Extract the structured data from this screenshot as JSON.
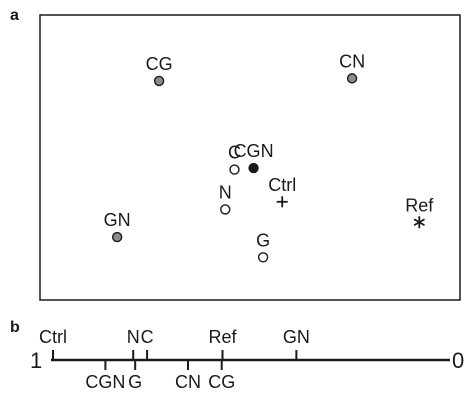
{
  "panel_a": {
    "letter": "a",
    "points": [
      {
        "label": "CG",
        "marker": "filled-gray",
        "x": 0.232,
        "y": 0.882
      },
      {
        "label": "CN",
        "marker": "filled-gray",
        "x": 0.798,
        "y": 0.894
      },
      {
        "label": "C",
        "marker": "open-circle",
        "x": 0.453,
        "y": 0.462
      },
      {
        "label": "CGN",
        "marker": "filled-black",
        "x": 0.509,
        "y": 0.469
      },
      {
        "label": "Ctrl",
        "marker": "plus",
        "x": 0.593,
        "y": 0.309
      },
      {
        "label": "N",
        "marker": "open-circle",
        "x": 0.426,
        "y": 0.273
      },
      {
        "label": "GN",
        "marker": "filled-gray",
        "x": 0.109,
        "y": 0.142
      },
      {
        "label": "Ref",
        "marker": "asterisk",
        "x": 0.995,
        "y": 0.212
      },
      {
        "label": "G",
        "marker": "open-circle",
        "x": 0.537,
        "y": 0.046
      }
    ]
  },
  "panel_b": {
    "letter": "b",
    "left_end": "1",
    "right_end": "0",
    "ticks_above": [
      {
        "label": "Ctrl",
        "value": 1.0
      },
      {
        "label": "N",
        "value": 0.798
      },
      {
        "label": "C",
        "value": 0.763
      },
      {
        "label": "Ref",
        "value": 0.573
      },
      {
        "label": "GN",
        "value": 0.387
      }
    ],
    "ticks_below": [
      {
        "label": "CGN",
        "value": 0.868
      },
      {
        "label": "G",
        "value": 0.793
      },
      {
        "label": "CN",
        "value": 0.66
      },
      {
        "label": "CG",
        "value": 0.575
      }
    ]
  },
  "colors": {
    "ink": "#1a1a1a",
    "gray_marker": "#8c8c8c"
  }
}
